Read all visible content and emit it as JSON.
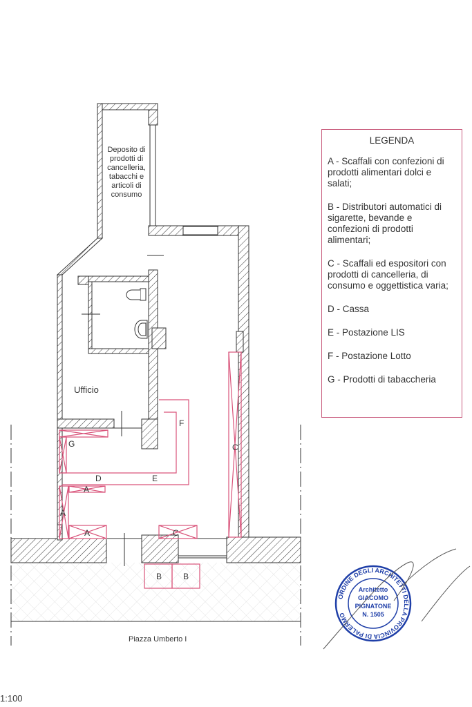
{
  "rooms": {
    "deposit": [
      "Deposito di",
      "prodotti di",
      "cancelleria,",
      "tabacchi e",
      "articoli di",
      "consumo"
    ],
    "office": "Ufficio",
    "street": "Piazza Umberto I"
  },
  "furniture_labels": {
    "A": "A",
    "B": "B",
    "C": "C",
    "D": "D",
    "E": "E",
    "F": "F",
    "G": "G"
  },
  "legend": {
    "title": "LEGENDA",
    "items": [
      "A - Scaffali con confezioni di prodotti alimentari dolci e salati;",
      "B - Distributori automatici di sigarette, bevande e confezioni di prodotti alimentari;",
      "C - Scaffali ed espositori con prodotti di cancelleria, di consumo e oggettistica varia;",
      "D - Cassa",
      "E - Postazione LIS",
      "F - Postazione Lotto",
      "G - Prodotti di tabaccheria"
    ]
  },
  "stamp": {
    "ring": "ORDINE DEGLI ARCHITETTI DELLA PROVINCIA DI PALERMO",
    "title": "Architetto",
    "name1": "GIACOMO",
    "name2": "PIGNATONE",
    "number": "N. 1505"
  },
  "scale": "1:100",
  "colors": {
    "furniture": "#d9537a",
    "stamp": "#1f3fa8"
  }
}
